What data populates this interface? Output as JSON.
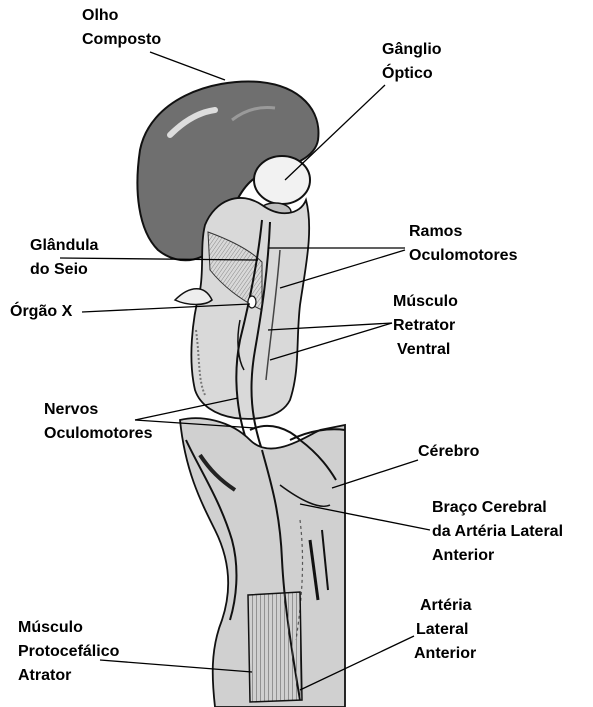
{
  "labels": {
    "olho_composto": [
      "Olho",
      "Composto"
    ],
    "ganglio_optico": [
      "Gânglio",
      "Óptico"
    ],
    "ramos_oculomotores": [
      "Ramos",
      "Oculomotores"
    ],
    "glandula_do_seio": [
      "Glândula",
      "do Seio"
    ],
    "orgao_x": [
      "Órgão X"
    ],
    "musculo_retrator_ventral": [
      "Músculo",
      "Retrator",
      "Ventral"
    ],
    "nervos_oculomotores": [
      "Nervos",
      "Oculomotores"
    ],
    "cerebro": [
      "Cérebro"
    ],
    "braco_cerebral": [
      "Braço Cerebral",
      "da Artéria Lateral",
      "Anterior"
    ],
    "musculo_protocefalico": [
      "Músculo",
      "Protocefálico",
      "Atrator"
    ],
    "arteria_lateral_anterior": [
      "Artéria",
      "Lateral",
      "Anterior"
    ]
  },
  "colors": {
    "eye_fill": "#6f6f6f",
    "tissue_fill": "#d9d9d9",
    "dark_tissue": "#9a9a9a",
    "line": "#000000"
  }
}
